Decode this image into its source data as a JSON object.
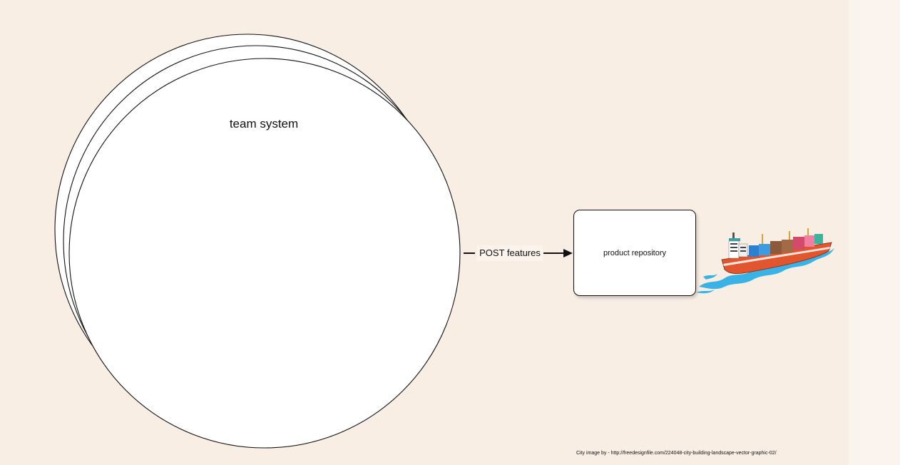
{
  "diagram": {
    "team_system_label": "team system",
    "edge_label": "POST features",
    "repository_label": "product repository",
    "ship_icon": "container-ship-icon",
    "credit_text": "City image by - http://freedesignfile.com/224048-city-building-landscape-vector-graphic-02/"
  },
  "colors": {
    "background": "#f8eee4",
    "node_fill": "#ffffff",
    "stroke": "#111111"
  }
}
